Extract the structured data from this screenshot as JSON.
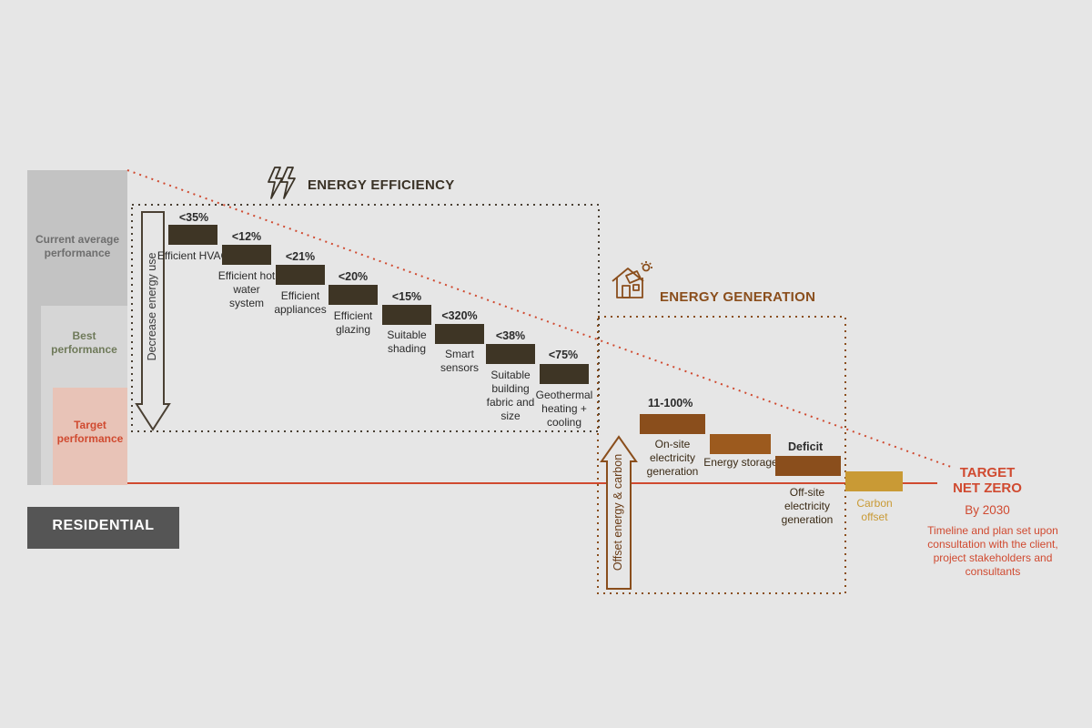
{
  "performance": {
    "current": "Current average performance",
    "best": "Best performance",
    "target": "Target performance"
  },
  "sector_label": "RESIDENTIAL",
  "efficiency": {
    "title": "ENERGY EFFICIENCY",
    "icon": "lightning-bolt-icon",
    "arrow_label": "Decrease energy use",
    "steps": [
      {
        "value": "<35%",
        "label": "Efficient HVAC"
      },
      {
        "value": "<12%",
        "label": "Efficient hot water system"
      },
      {
        "value": "<21%",
        "label": "Efficient appliances"
      },
      {
        "value": "<20%",
        "label": "Efficient glazing"
      },
      {
        "value": "<15%",
        "label": "Suitable shading"
      },
      {
        "value": "<320%",
        "label": "Smart sensors"
      },
      {
        "value": "<38%",
        "label": "Suitable building fabric and size"
      },
      {
        "value": "<75%",
        "label": "Geothermal heating + cooling"
      }
    ]
  },
  "generation": {
    "title": "ENERGY GENERATION",
    "icon": "solar-house-icon",
    "arrow_label": "Offset energy & carbon",
    "steps": [
      {
        "value": "11-100%",
        "label": "On-site electricity generation"
      },
      {
        "value": "",
        "label": "Energy storage"
      },
      {
        "value": "Deficit",
        "label": "Off-site electricity generation"
      },
      {
        "value": "",
        "label": "Carbon offset"
      }
    ]
  },
  "target": {
    "title_line1": "TARGET",
    "title_line2": "NET ZERO",
    "by": "By 2030",
    "note": "Timeline and plan set upon consultation with the client, project stakeholders and consultants"
  },
  "colors": {
    "background": "#e6e6e6",
    "current_bar": "#c3c3c3",
    "best_bar": "#d6d6d6",
    "target_bar": "#e8c3b7",
    "efficiency_bar": "#3e3525",
    "generation_dark": "#8a4e1c",
    "generation_mid": "#9c5a1e",
    "carbon_offset": "#c99a35",
    "accent_red": "#d04a30",
    "gen_title": "#8a4e1c"
  }
}
